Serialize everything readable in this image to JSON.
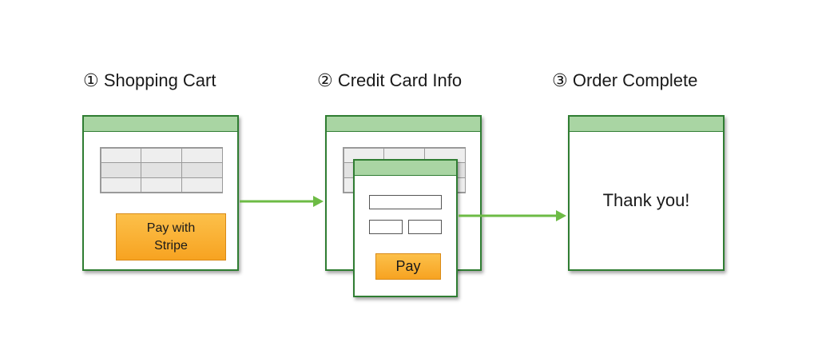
{
  "steps": [
    {
      "title": "① Shopping Cart"
    },
    {
      "title": "② Credit Card Info"
    },
    {
      "title": "③ Order Complete"
    }
  ],
  "cart": {
    "pay_button_label": "Pay with\nStripe"
  },
  "card_form": {
    "pay_button_label": "Pay"
  },
  "complete": {
    "message": "Thank you!"
  },
  "colors": {
    "window_border": "#2f7d32",
    "titlebar": "#a9d5a3",
    "button": "#f7a321",
    "arrow": "#6dbb45"
  }
}
